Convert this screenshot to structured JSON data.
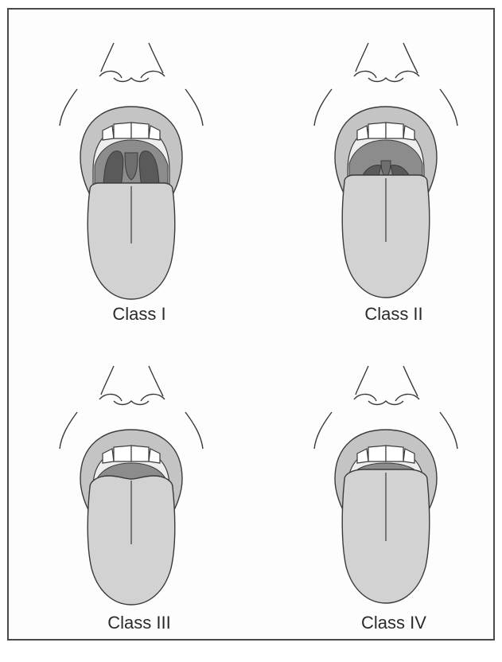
{
  "diagram": {
    "panels": [
      {
        "label": "Class I",
        "visibility": "full"
      },
      {
        "label": "Class II",
        "visibility": "partial"
      },
      {
        "label": "Class III",
        "visibility": "soft-palate-only"
      },
      {
        "label": "Class IV",
        "visibility": "hard-palate-only"
      }
    ],
    "colors": {
      "outline": "#3a3a3a",
      "lip": "#c4c4c4",
      "tongue": "#d2d2d2",
      "palate": "#8c8c8c",
      "throat": "#5a5a5a",
      "teeth": "#ffffff"
    }
  }
}
